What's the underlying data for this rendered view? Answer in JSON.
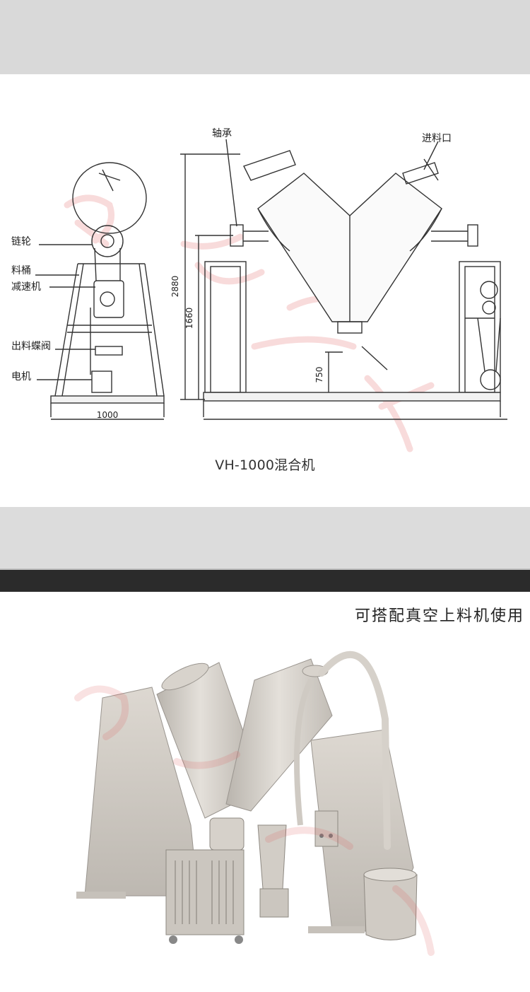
{
  "drawing": {
    "labels": {
      "sprocket": "链轮",
      "hopper": "料桶",
      "reducer": "减速机",
      "discharge_valve": "出料蝶阀",
      "motor": "电机",
      "bearing": "轴承",
      "feed_port": "进料口"
    },
    "dimensions": {
      "width": "1000",
      "total_height": "2880",
      "axis_height": "1660",
      "outlet_height": "750"
    },
    "caption": "VH-1000混合机"
  },
  "photo": {
    "title": "可搭配真空上料机使用"
  }
}
